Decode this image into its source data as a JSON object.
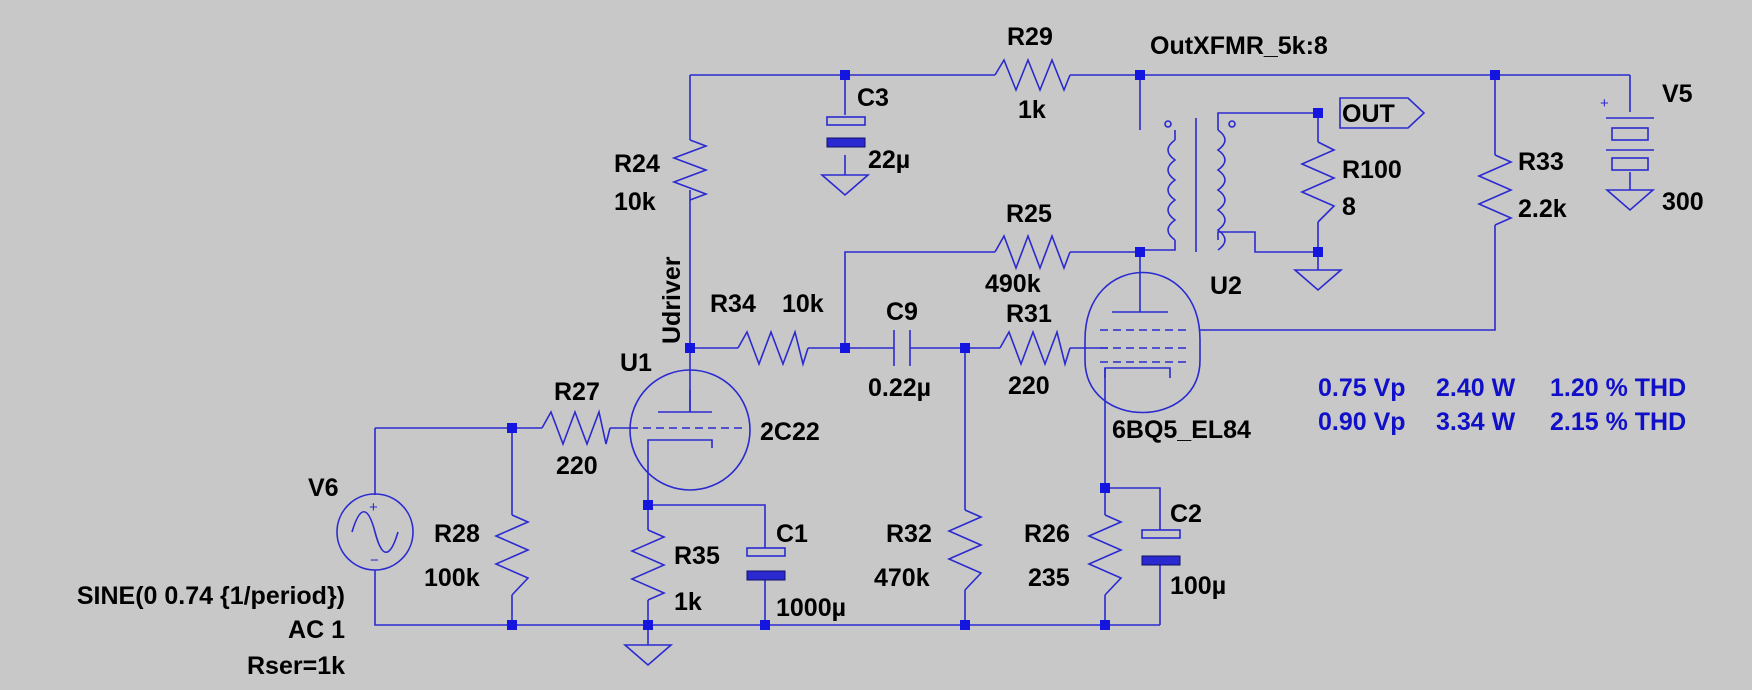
{
  "components": {
    "R29": {
      "name": "R29",
      "value": "1k"
    },
    "C3": {
      "name": "C3",
      "value": "22µ"
    },
    "R24": {
      "name": "R24",
      "value": "10k"
    },
    "R25": {
      "name": "R25",
      "value": "490k"
    },
    "R34": {
      "name": "R34",
      "value": "10k"
    },
    "C9": {
      "name": "C9",
      "value": "0.22µ"
    },
    "R31": {
      "name": "R31",
      "value": "220"
    },
    "R27": {
      "name": "R27",
      "value": "220"
    },
    "U1": {
      "name": "U1",
      "value": "2C22"
    },
    "U2": {
      "name": "U2",
      "value": "6BQ5_EL84"
    },
    "V6": {
      "name": "V6",
      "line1": "SINE(0 0.74 {1/period})",
      "line2": "AC 1",
      "line3": "Rser=1k"
    },
    "R28": {
      "name": "R28",
      "value": "100k"
    },
    "R35": {
      "name": "R35",
      "value": "1k"
    },
    "C1": {
      "name": "C1",
      "value": "1000µ"
    },
    "R32": {
      "name": "R32",
      "value": "470k"
    },
    "R26": {
      "name": "R26",
      "value": "235"
    },
    "C2": {
      "name": "C2",
      "value": "100µ"
    },
    "R100": {
      "name": "R100",
      "value": "8"
    },
    "R33": {
      "name": "R33",
      "value": "2.2k"
    },
    "V5": {
      "name": "V5",
      "value": "300"
    }
  },
  "nets": {
    "transformer": "OutXFMR_5k:8",
    "driver": "Udriver",
    "out_port": "OUT"
  },
  "measurements": [
    {
      "vp": "0.75 Vp",
      "watts": "2.40 W",
      "thd": "1.20 % THD"
    },
    {
      "vp": "0.90 Vp",
      "watts": "3.34 W",
      "thd": "2.15 % THD"
    }
  ],
  "colors": {
    "background": "#c8c8c8",
    "wire": "#2a2ad0",
    "junction": "#1515e0",
    "label": "#000000",
    "measurement": "#1010c8"
  }
}
